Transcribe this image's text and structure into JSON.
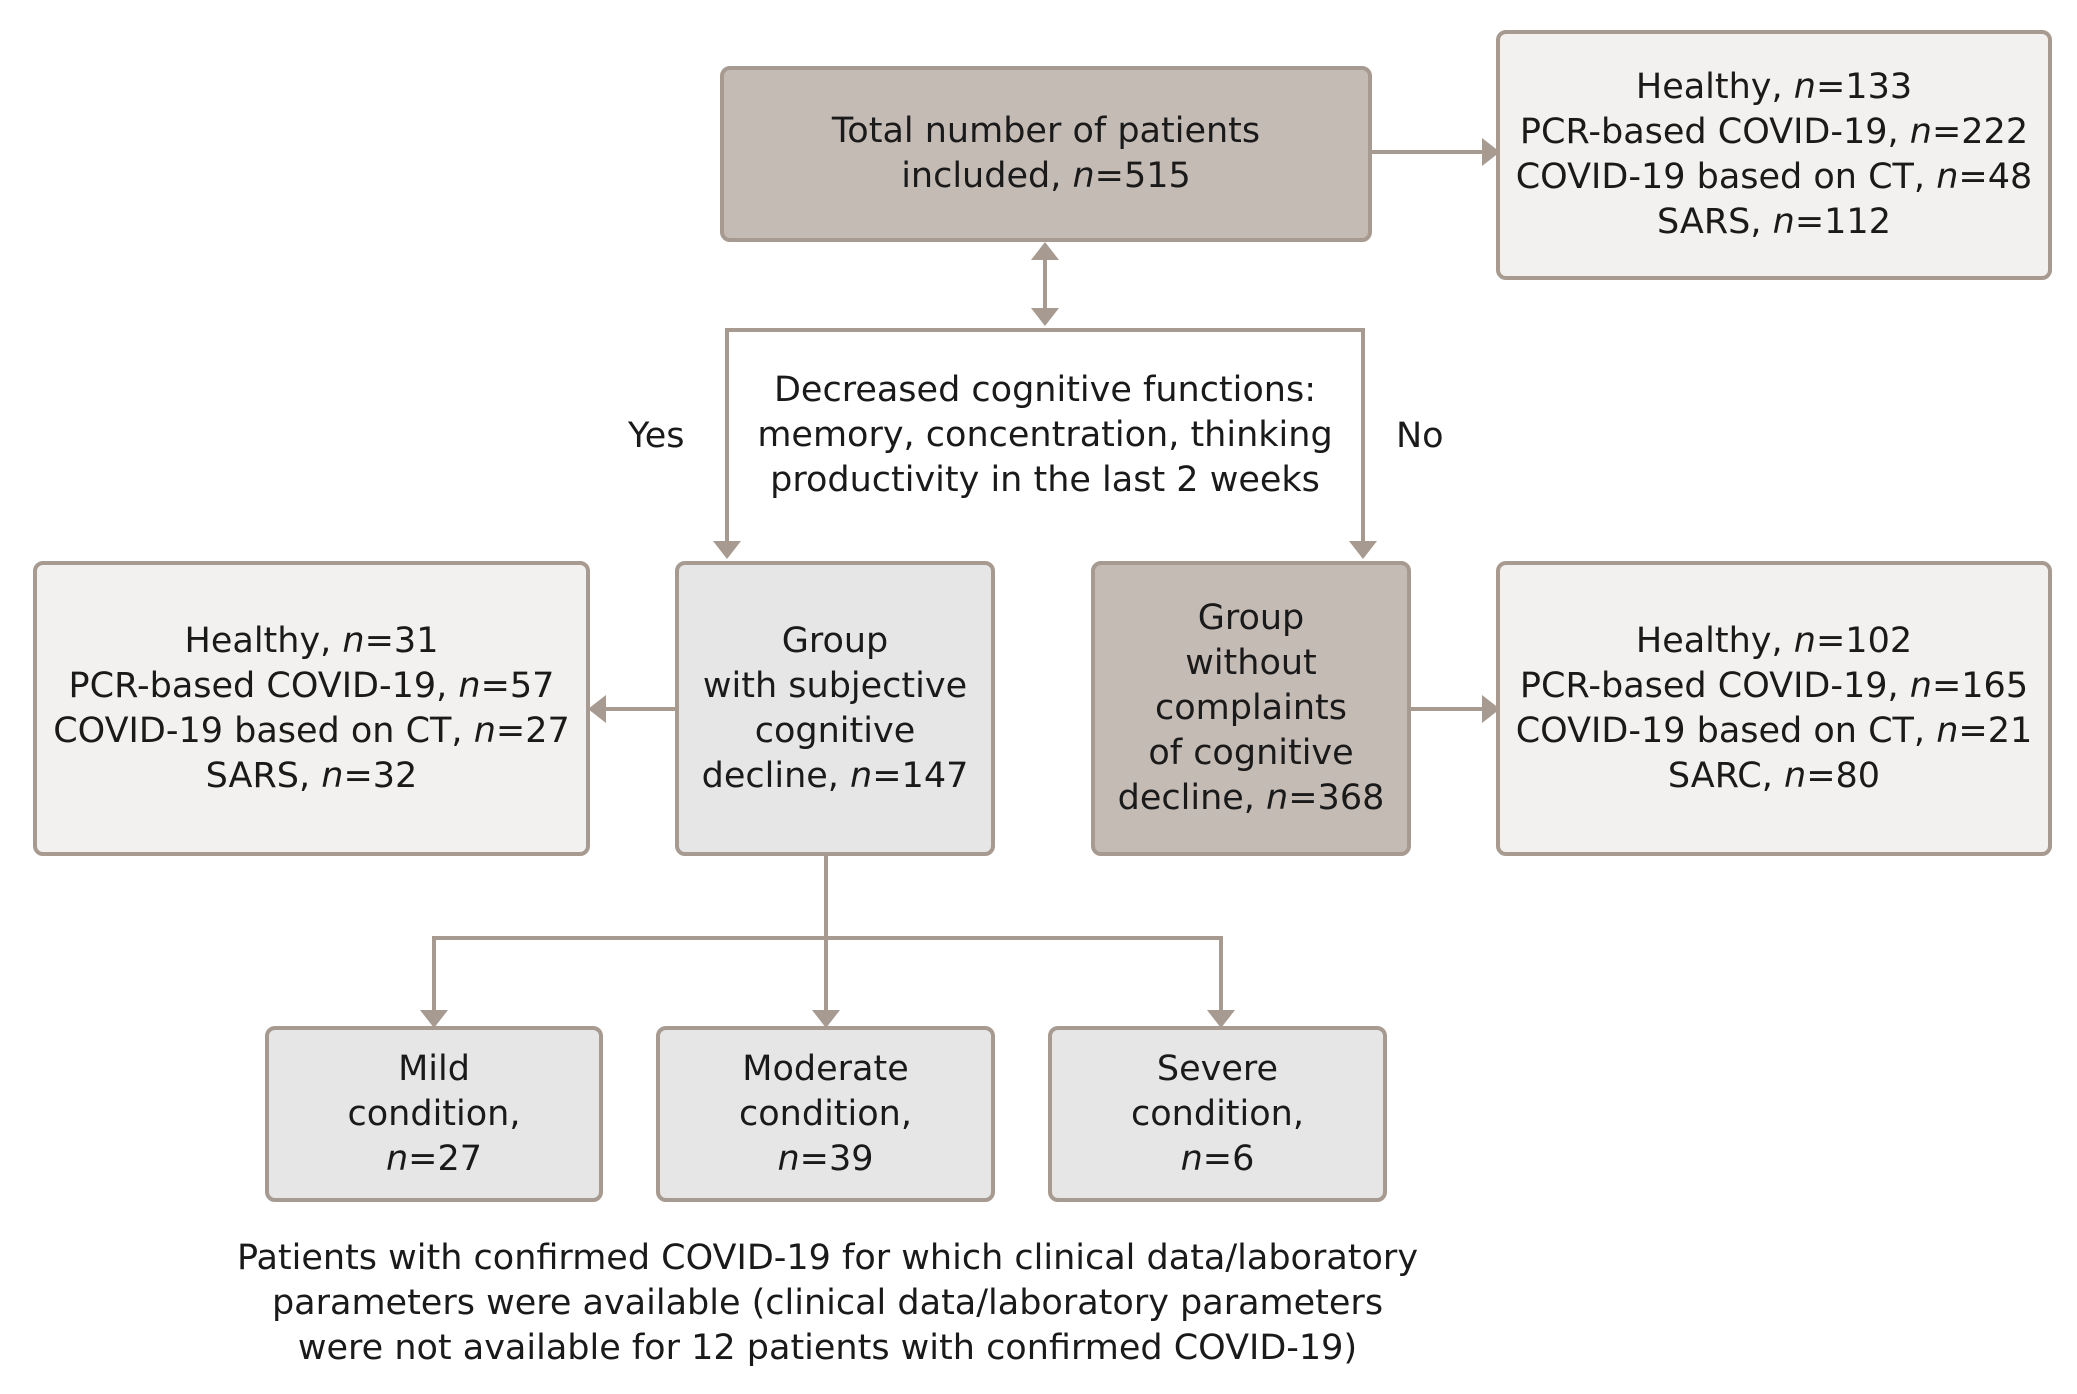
{
  "diagram": {
    "total": {
      "prefix": "Total number of patients",
      "line2": "included, ",
      "n_label": "n",
      "n_value": "=515"
    },
    "total_breakdown": [
      {
        "label": "Healthy, ",
        "n_label": "n",
        "n_value": "=133"
      },
      {
        "label": "PCR-based COVID-19, ",
        "n_label": "n",
        "n_value": "=222"
      },
      {
        "label": "COVID-19 based on CT, ",
        "n_label": "n",
        "n_value": "=48"
      },
      {
        "label": "SARS, ",
        "n_label": "n",
        "n_value": "=112"
      }
    ],
    "question": [
      "Decreased cognitive functions:",
      "memory, concentration, thinking",
      "productivity in the last 2 weeks"
    ],
    "yes_label": "Yes",
    "no_label": "No",
    "decline_group": {
      "l1": "Group",
      "l2": "with subjective",
      "l3": "cognitive",
      "l4": "decline, ",
      "n_label": "n",
      "n_value": "=147"
    },
    "decline_breakdown": [
      {
        "label": "Healthy, ",
        "n_label": "n",
        "n_value": "=31"
      },
      {
        "label": "PCR-based COVID-19, ",
        "n_label": "n",
        "n_value": "=57"
      },
      {
        "label": "COVID-19 based on CT, ",
        "n_label": "n",
        "n_value": "=27"
      },
      {
        "label": "SARS, ",
        "n_label": "n",
        "n_value": "=32"
      }
    ],
    "no_complaint_group": {
      "l1": "Group",
      "l2": "without",
      "l3": "complaints",
      "l4": "of cognitive",
      "l5": "decline, ",
      "n_label": "n",
      "n_value": "=368"
    },
    "no_complaint_breakdown": [
      {
        "label": "Healthy, ",
        "n_label": "n",
        "n_value": "=102"
      },
      {
        "label": "PCR-based COVID-19, ",
        "n_label": "n",
        "n_value": "=165"
      },
      {
        "label": "COVID-19 based on CT, ",
        "n_label": "n",
        "n_value": "=21"
      },
      {
        "label": "SARC, ",
        "n_label": "n",
        "n_value": "=80"
      }
    ],
    "severity": [
      {
        "l1": "Mild",
        "l2": "condition,",
        "n_label": "n",
        "n_value": "=27"
      },
      {
        "l1": "Moderate",
        "l2": "condition,",
        "n_label": "n",
        "n_value": "=39"
      },
      {
        "l1": "Severe",
        "l2": "condition,",
        "n_label": "n",
        "n_value": "=6"
      }
    ],
    "footnote": [
      "Patients with confirmed COVID-19 for which clinical data/laboratory",
      "parameters were available (clinical data/laboratory parameters",
      "were not available for 12 patients with confirmed COVID-19)"
    ],
    "colors": {
      "connector": "#a79a90",
      "dark_fill": "#c5bbb5",
      "mid_fill": "#e6e6e6",
      "light_fill": "#f2f1ef"
    }
  }
}
